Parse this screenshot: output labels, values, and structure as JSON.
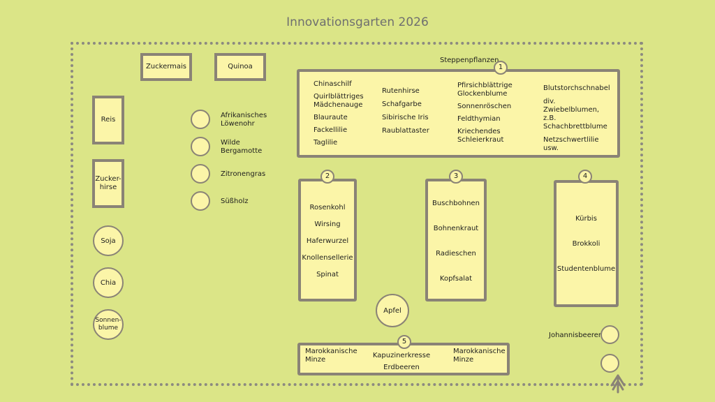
{
  "title": "Innovationsgarten 2026",
  "beds": {
    "steppe": {
      "label": "Steppenpflanzen",
      "number": "1",
      "col1": [
        "Chinaschilf",
        "Quirlblättriges Mädchenauge",
        "Blauraute",
        "Fackellilie",
        "Taglilie"
      ],
      "col2": [
        "Rutenhirse",
        "Schafgarbe",
        "Sibirische Iris",
        "Raublattaster"
      ],
      "col3": [
        "Pfirsichblättrige Glockenblume",
        "Sonnenröschen",
        "Feldthymian",
        "Kriechendes Schleierkraut"
      ],
      "col4": [
        "Blutstorchschnabel",
        "div. Zwiebelblumen, z.B. Schachbrettblume",
        "Netzschwertlilie usw."
      ]
    },
    "bed2": {
      "number": "2",
      "plants": [
        "Rosenkohl",
        "Wirsing",
        "Haferwurzel",
        "Knollensellerie",
        "Spinat"
      ]
    },
    "bed3": {
      "number": "3",
      "plants": [
        "Buschbohnen",
        "Bohnenkraut",
        "Radieschen",
        "Kopfsalat"
      ]
    },
    "bed4": {
      "number": "4",
      "plants": [
        "Kürbis",
        "Brokkoli",
        "Studentenblume"
      ]
    },
    "bed5": {
      "number": "5",
      "left": "Marokkanische Minze",
      "center1": "Kapuzinerkresse",
      "center2": "Erdbeeren",
      "right": "Marokkanische Minze"
    }
  },
  "small_beds": {
    "zuckermais": "Zuckermais",
    "quinoa": "Quinoa",
    "reis": "Reis",
    "zuckerhirse": "Zucker-\nhirse"
  },
  "left_circles": [
    "Soja",
    "Chia",
    "Sonnen-\nblume"
  ],
  "herbs": [
    "Afrikanisches Löwenohr",
    "Wilde Bergamotte",
    "Zitronengras",
    "Süßholz"
  ],
  "apfel": "Apfel",
  "johannisbeeren": "Johannisbeeren",
  "colors": {
    "background": "#dbe587",
    "bed_fill": "#fbf5a8",
    "bed_border": "#8a8376",
    "fence": "#8c8a80"
  }
}
